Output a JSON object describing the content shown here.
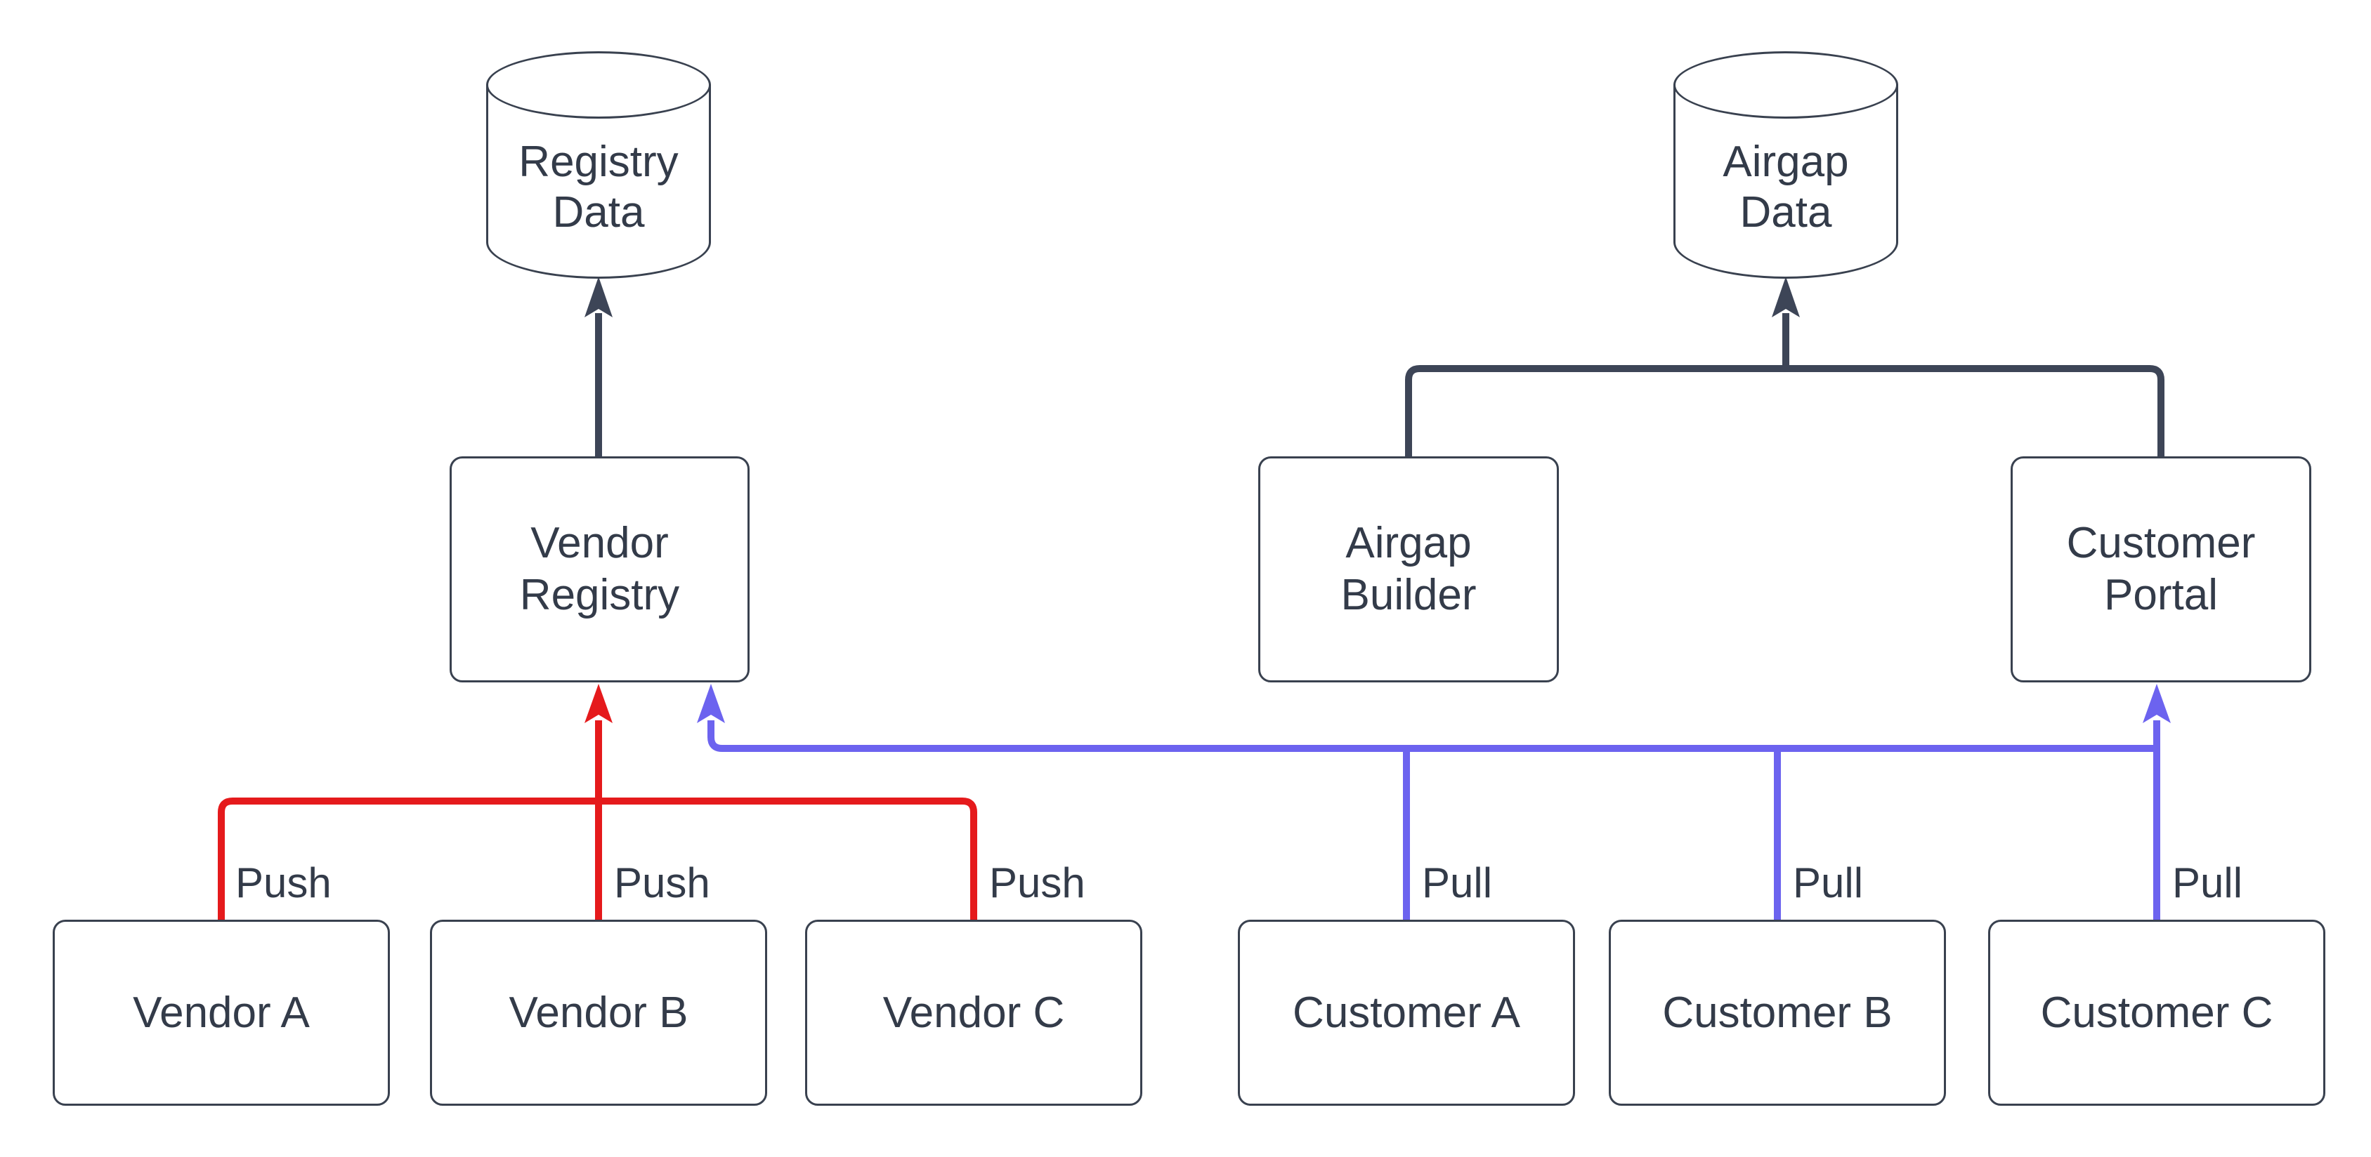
{
  "colors": {
    "push": "#e51a1c",
    "pull": "#6c63ef",
    "flow": "#3d4557",
    "node_border": "#39414f",
    "text": "#333b49",
    "background": "#ffffff"
  },
  "nodes": {
    "registry_data": {
      "type": "database",
      "lines": [
        "Registry",
        "Data"
      ]
    },
    "airgap_data": {
      "type": "database",
      "lines": [
        "Airgap",
        "Data"
      ]
    },
    "vendor_registry": {
      "type": "process",
      "lines": [
        "Vendor",
        "Registry"
      ]
    },
    "airgap_builder": {
      "type": "process",
      "lines": [
        "Airgap",
        "Builder"
      ]
    },
    "customer_portal": {
      "type": "process",
      "lines": [
        "Customer",
        "Portal"
      ]
    },
    "vendor_a": {
      "type": "process",
      "label": "Vendor A"
    },
    "vendor_b": {
      "type": "process",
      "label": "Vendor B"
    },
    "vendor_c": {
      "type": "process",
      "label": "Vendor C"
    },
    "customer_a": {
      "type": "process",
      "label": "Customer A"
    },
    "customer_b": {
      "type": "process",
      "label": "Customer B"
    },
    "customer_c": {
      "type": "process",
      "label": "Customer C"
    }
  },
  "edges": [
    {
      "from": "Vendor A",
      "to": "Vendor Registry",
      "label": "Push",
      "color": "push"
    },
    {
      "from": "Vendor B",
      "to": "Vendor Registry",
      "label": "Push",
      "color": "push"
    },
    {
      "from": "Vendor C",
      "to": "Vendor Registry",
      "label": "Push",
      "color": "push"
    },
    {
      "from": "Customer A",
      "to": "Vendor Registry",
      "label": "Pull",
      "color": "pull"
    },
    {
      "from": "Customer B",
      "to": "Vendor Registry",
      "label": "Pull",
      "color": "pull"
    },
    {
      "from": "Customer C",
      "to": "Customer Portal",
      "label": "Pull",
      "color": "pull"
    },
    {
      "from": "Vendor Registry",
      "to": "Registry Data",
      "label": "",
      "color": "flow"
    },
    {
      "from": "Airgap Builder",
      "to": "Airgap Data",
      "label": "",
      "color": "flow"
    },
    {
      "from": "Customer Portal",
      "to": "Airgap Data",
      "label": "",
      "color": "flow"
    }
  ]
}
